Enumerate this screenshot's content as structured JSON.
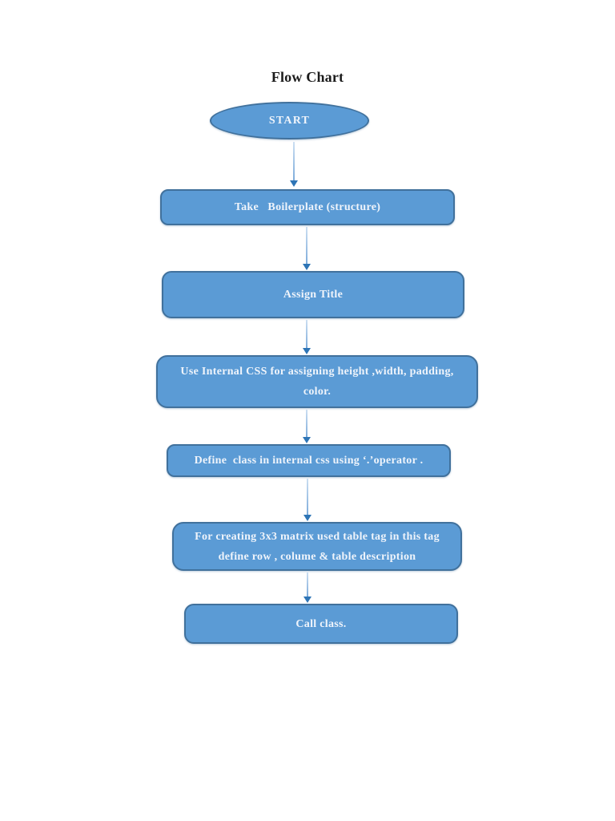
{
  "page": {
    "background_color": "#ffffff"
  },
  "flowchart": {
    "title": "Flow Chart",
    "colors": {
      "node_fill": "#5B9BD5",
      "node_border": "#41719C",
      "node_text": "#EFF4FB",
      "arrow_line": "#A9C9EA",
      "arrow_head": "#2E75B6",
      "title_text": "#1b1b1b"
    },
    "nodes": [
      {
        "id": "start",
        "shape": "ellipse",
        "lines": [
          "START"
        ]
      },
      {
        "id": "take-boilerplate",
        "shape": "rounded-rect",
        "lines": [
          "Take   Boilerplate (structure)"
        ]
      },
      {
        "id": "assign-title",
        "shape": "rounded-rect",
        "lines": [
          "Assign Title"
        ]
      },
      {
        "id": "use-internal-css",
        "shape": "rounded-rect",
        "lines": [
          "Use Internal CSS for assigning height ,width, padding,",
          "color."
        ]
      },
      {
        "id": "define-class",
        "shape": "rounded-rect",
        "lines": [
          "Define  class in internal css using ‘.’operator ."
        ]
      },
      {
        "id": "create-matrix",
        "shape": "rounded-rect",
        "lines": [
          "For creating 3x3 matrix used table tag in this tag",
          "define row , colume & table description"
        ]
      },
      {
        "id": "call-class",
        "shape": "rounded-rect",
        "lines": [
          "Call class."
        ]
      }
    ],
    "edges": [
      {
        "from": "start",
        "to": "take-boilerplate"
      },
      {
        "from": "take-boilerplate",
        "to": "assign-title"
      },
      {
        "from": "assign-title",
        "to": "use-internal-css"
      },
      {
        "from": "use-internal-css",
        "to": "define-class"
      },
      {
        "from": "define-class",
        "to": "create-matrix"
      },
      {
        "from": "create-matrix",
        "to": "call-class"
      }
    ]
  }
}
